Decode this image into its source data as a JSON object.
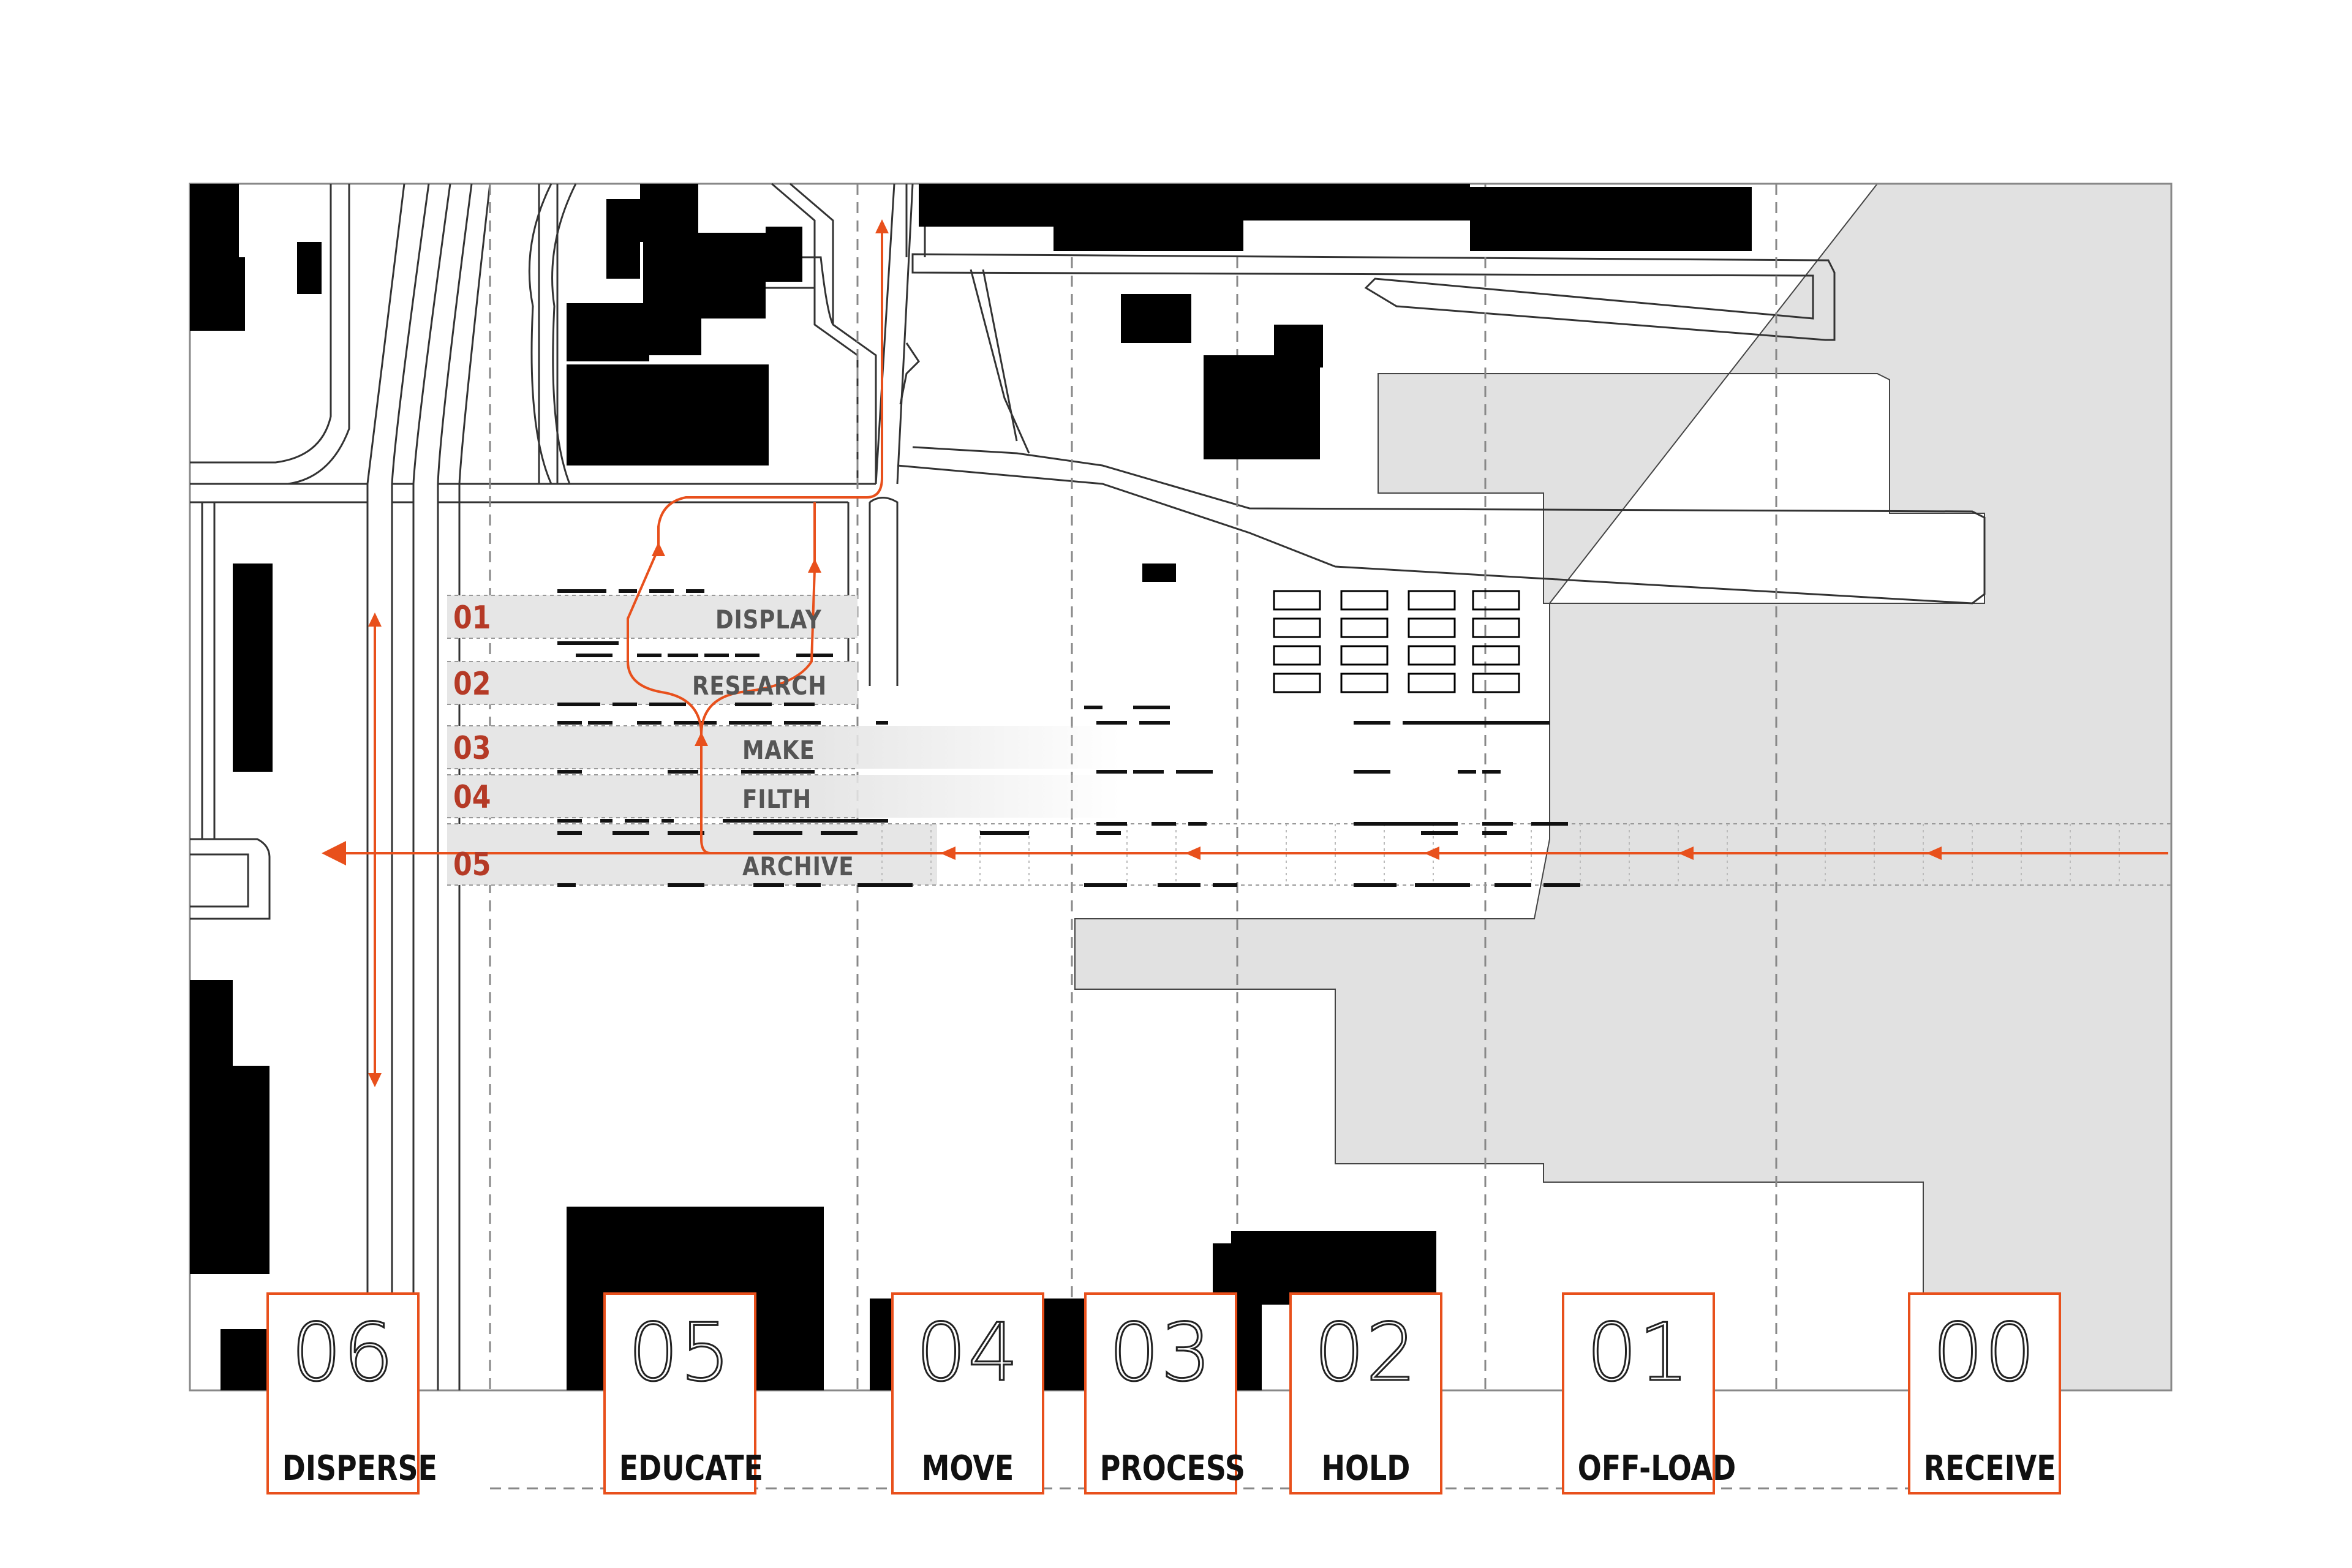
{
  "colors": {
    "accent": "#e8501c",
    "zone_number": "#b53a26",
    "building": "#000000",
    "water": "#e1e1e1",
    "band": "#e6e6e6",
    "road": "#333333"
  },
  "zones": [
    {
      "number": "01",
      "label": "DISPLAY"
    },
    {
      "number": "02",
      "label": "RESEARCH"
    },
    {
      "number": "03",
      "label": "MAKE"
    },
    {
      "number": "04",
      "label": "FILTH"
    },
    {
      "number": "05",
      "label": "ARCHIVE"
    }
  ],
  "stages": [
    {
      "number": "06",
      "label": "DISPERSE"
    },
    {
      "number": "05",
      "label": "EDUCATE"
    },
    {
      "number": "04",
      "label": "MOVE"
    },
    {
      "number": "03",
      "label": "PROCESS"
    },
    {
      "number": "02",
      "label": "HOLD"
    },
    {
      "number": "01",
      "label": "OFF-LOAD"
    },
    {
      "number": "00",
      "label": "RECEIVE"
    }
  ]
}
